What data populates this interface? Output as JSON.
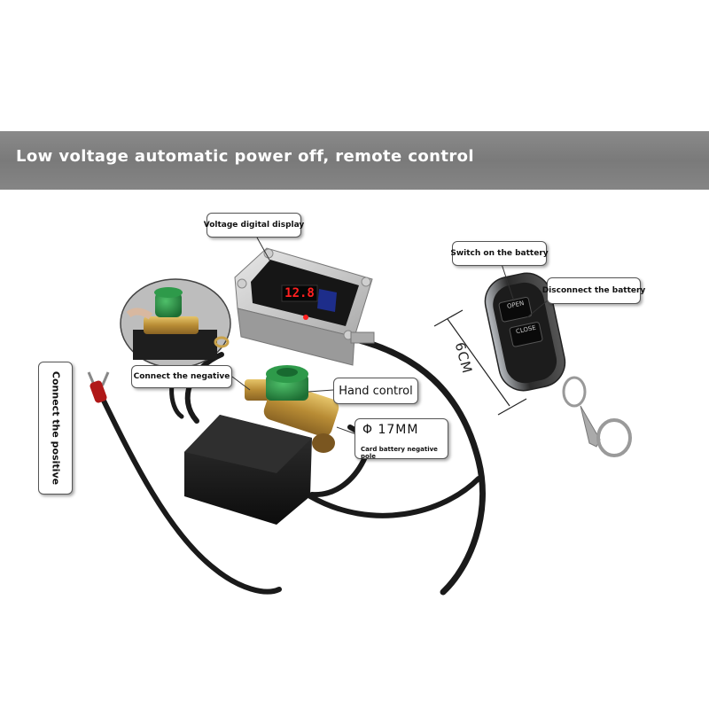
{
  "banner": {
    "title": "Low voltage automatic power off, remote control"
  },
  "callouts": {
    "voltage_display": "Voltage digital display",
    "switch_on": "Switch on the battery",
    "disconnect": "Disconnect the battery",
    "connect_negative": "Connect the negative",
    "hand_control": "Hand control",
    "diameter": "Φ 17MM",
    "terminal": "Card battery negative pole",
    "connect_positive": "Connect the positive"
  },
  "dimension": "6CM",
  "display": {
    "reading": "12.8"
  },
  "remote": {
    "open_label": "OPEN",
    "close_label": "CLOSE"
  },
  "colors": {
    "banner": "#808080",
    "led_red": "#ff2020",
    "knob_green": "#2e9a4a",
    "brass": "#c9a24a",
    "cable": "#1a1a1a",
    "wire_red": "#b01818"
  }
}
